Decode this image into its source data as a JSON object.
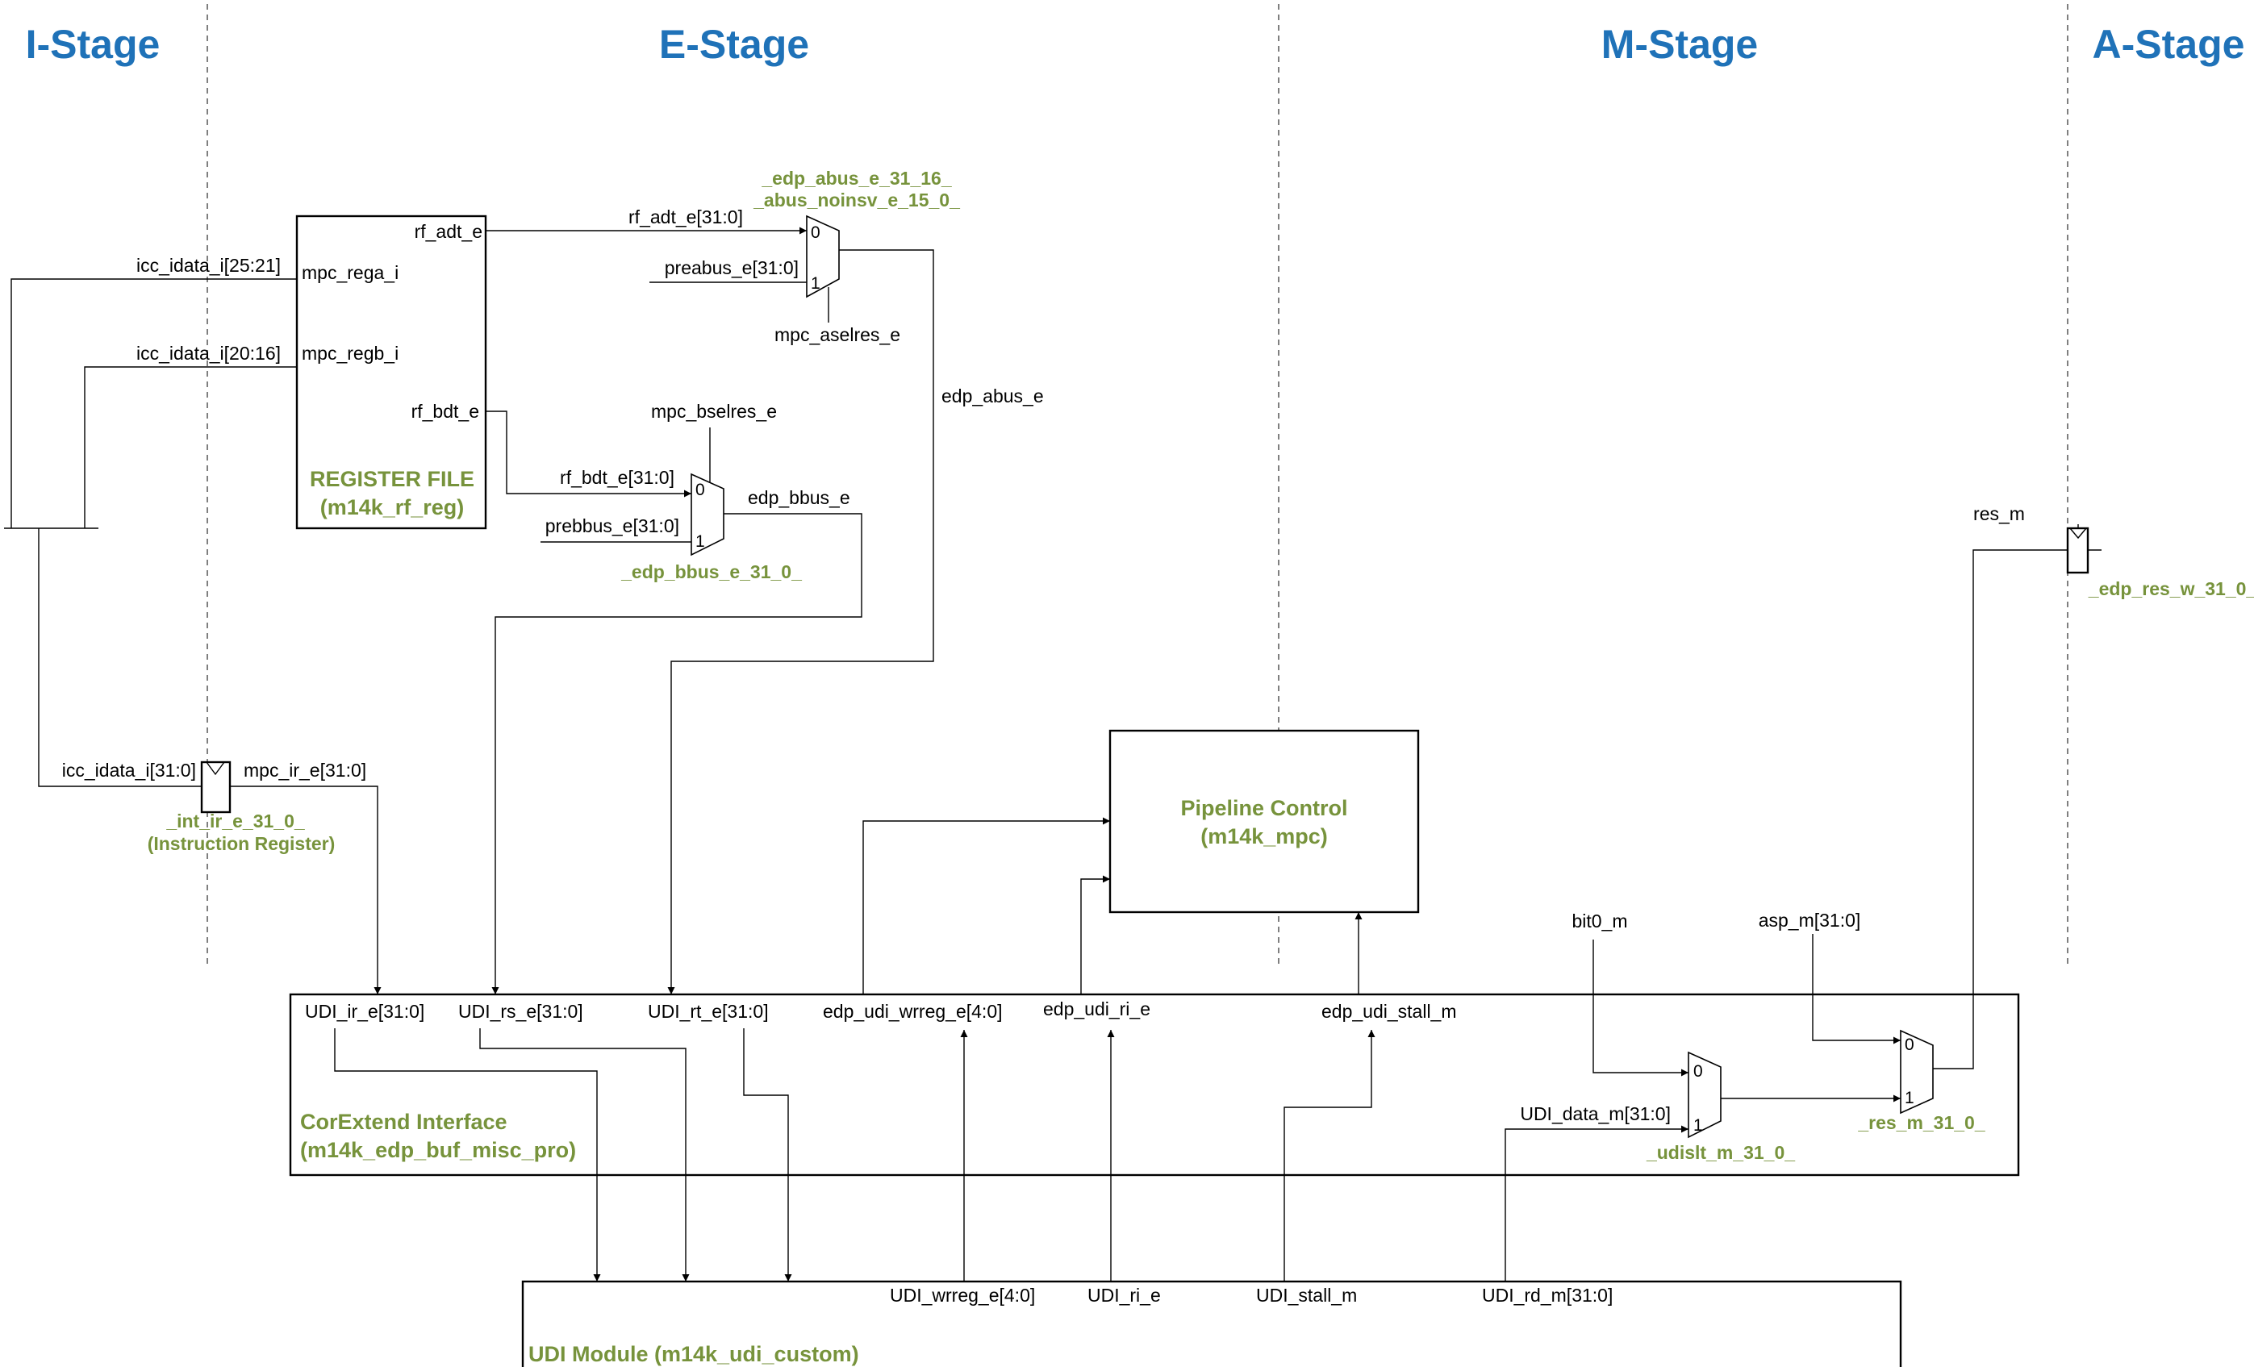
{
  "stages": [
    "I-Stage",
    "E-Stage",
    "M-Stage",
    "A-Stage"
  ],
  "register_file": {
    "title": "REGISTER FILE",
    "module": "(m14k_rf_reg)",
    "ports": {
      "rf_adt_e": "rf_adt_e",
      "mpc_rega_i": "mpc_rega_i",
      "mpc_regb_i": "mpc_regb_i",
      "rf_bdt_e": "rf_bdt_e"
    }
  },
  "signals": {
    "icc_idata_25_21": "icc_idata_i[25:21]",
    "icc_idata_20_16": "icc_idata_i[20:16]",
    "icc_idata_31_0": "icc_idata_i[31:0]",
    "mpc_ir_e": "mpc_ir_e[31:0]",
    "rf_adt_e_bus": "rf_adt_e[31:0]",
    "preabus_e": "preabus_e[31:0]",
    "mpc_aselres_e": "mpc_aselres_e",
    "edp_abus_e": "edp_abus_e",
    "mpc_bselres_e": "mpc_bselres_e",
    "rf_bdt_e_bus": "rf_bdt_e[31:0]",
    "prebbus_e": "prebbus_e[31:0]",
    "edp_bbus_e": "edp_bbus_e",
    "res_m": "res_m",
    "bit0_m": "bit0_m",
    "asp_m": "asp_m[31:0]",
    "udi_data_m": "UDI_data_m[31:0]"
  },
  "muxes": {
    "abus_name_1": "_edp_abus_e_31_16_",
    "abus_name_2": "_abus_noinsv_e_15_0_",
    "bbus_name": "_edp_bbus_e_31_0_",
    "udislt_name": "_udislt_m_31_0_",
    "res_name": "_res_m_31_0_",
    "input0": "0",
    "input1": "1"
  },
  "registers": {
    "ir_name": "_int_ir_e_31_0_",
    "ir_desc": "(Instruction Register)",
    "res_w_name": "_edp_res_w_31_0_"
  },
  "pipeline_control": {
    "title": "Pipeline Control",
    "module": "(m14k_mpc)"
  },
  "corextend": {
    "title": "CorExtend Interface",
    "module": "(m14k_edp_buf_misc_pro)",
    "ports": [
      "UDI_ir_e[31:0]",
      "UDI_rs_e[31:0]",
      "UDI_rt_e[31:0]",
      "edp_udi_wrreg_e[4:0]",
      "edp_udi_ri_e",
      "edp_udi_stall_m"
    ]
  },
  "udi_module": {
    "title": "UDI Module (m14k_udi_custom)",
    "ports": [
      "UDI_wrreg_e[4:0]",
      "UDI_ri_e",
      "UDI_stall_m",
      "UDI_rd_m[31:0]"
    ]
  }
}
